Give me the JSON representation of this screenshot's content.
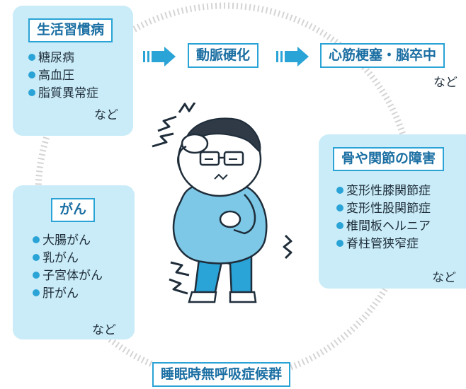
{
  "colors": {
    "card_bg": "#c9ecf8",
    "accent": "#2aa3d6",
    "title_text": "#1b6fa3",
    "dots": "#d5d5d5",
    "shirt": "#7cc8e6",
    "pants": "#2aa3d6"
  },
  "lifestyle": {
    "title": "生活習慣病",
    "items": [
      "糖尿病",
      "高血圧",
      "脂質異常症"
    ],
    "etc": "など"
  },
  "flow": {
    "atherosclerosis": "動脈硬化",
    "heart_brain": "心筋梗塞・脳卒中",
    "etc": "など"
  },
  "bone": {
    "title": "骨や関節の障害",
    "items": [
      "変形性膝関節症",
      "変形性股関節症",
      "椎間板ヘルニア",
      "脊柱管狭窄症"
    ],
    "etc": "など"
  },
  "cancer": {
    "title": "がん",
    "items": [
      "大腸がん",
      "乳がん",
      "子宮体がん",
      "肝がん"
    ],
    "etc": "など"
  },
  "sleep": {
    "title": "睡眠時無呼吸症候群"
  },
  "icons": [
    "arrow-right-icon",
    "bullet-dot-icon",
    "pain-zigzag-icon"
  ]
}
